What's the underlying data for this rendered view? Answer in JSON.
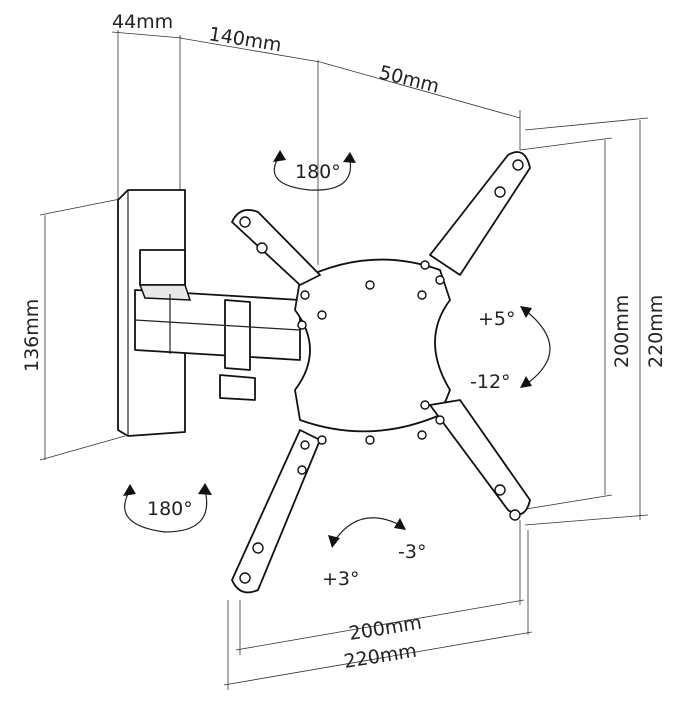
{
  "diagram": {
    "title": "Full-motion TV wall mount dimensions",
    "dimensions": {
      "wall_plate_depth": "44mm",
      "arm_length": "140mm",
      "plate_offset": "50mm",
      "wall_plate_height": "136mm",
      "vesa_vertical_inner": "200mm",
      "vesa_vertical_outer": "220mm",
      "vesa_horizontal_inner": "200mm",
      "vesa_horizontal_outer": "220mm"
    },
    "rotations": {
      "arm_swivel_top": "180°",
      "wall_swivel_bottom": "180°",
      "tilt_up": "+5°",
      "tilt_down": "-12°",
      "level_plus": "+3°",
      "level_minus": "-3°"
    }
  }
}
